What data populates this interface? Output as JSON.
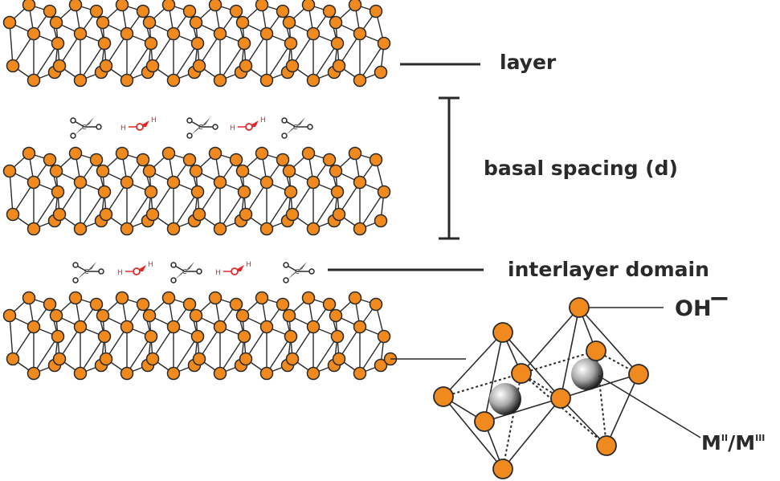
{
  "labels": {
    "layer": "layer",
    "basal_spacing": "basal spacing (d)",
    "interlayer_domain": "interlayer domain",
    "hydroxide": "OH",
    "metal_m2": "M",
    "metal_m3": "M",
    "metal_sep": "/",
    "sup_m2": "II",
    "sup_m3": "III",
    "charge": "−"
  },
  "molecule_text": {
    "h": "H",
    "o": "O",
    "c": "C"
  }
}
